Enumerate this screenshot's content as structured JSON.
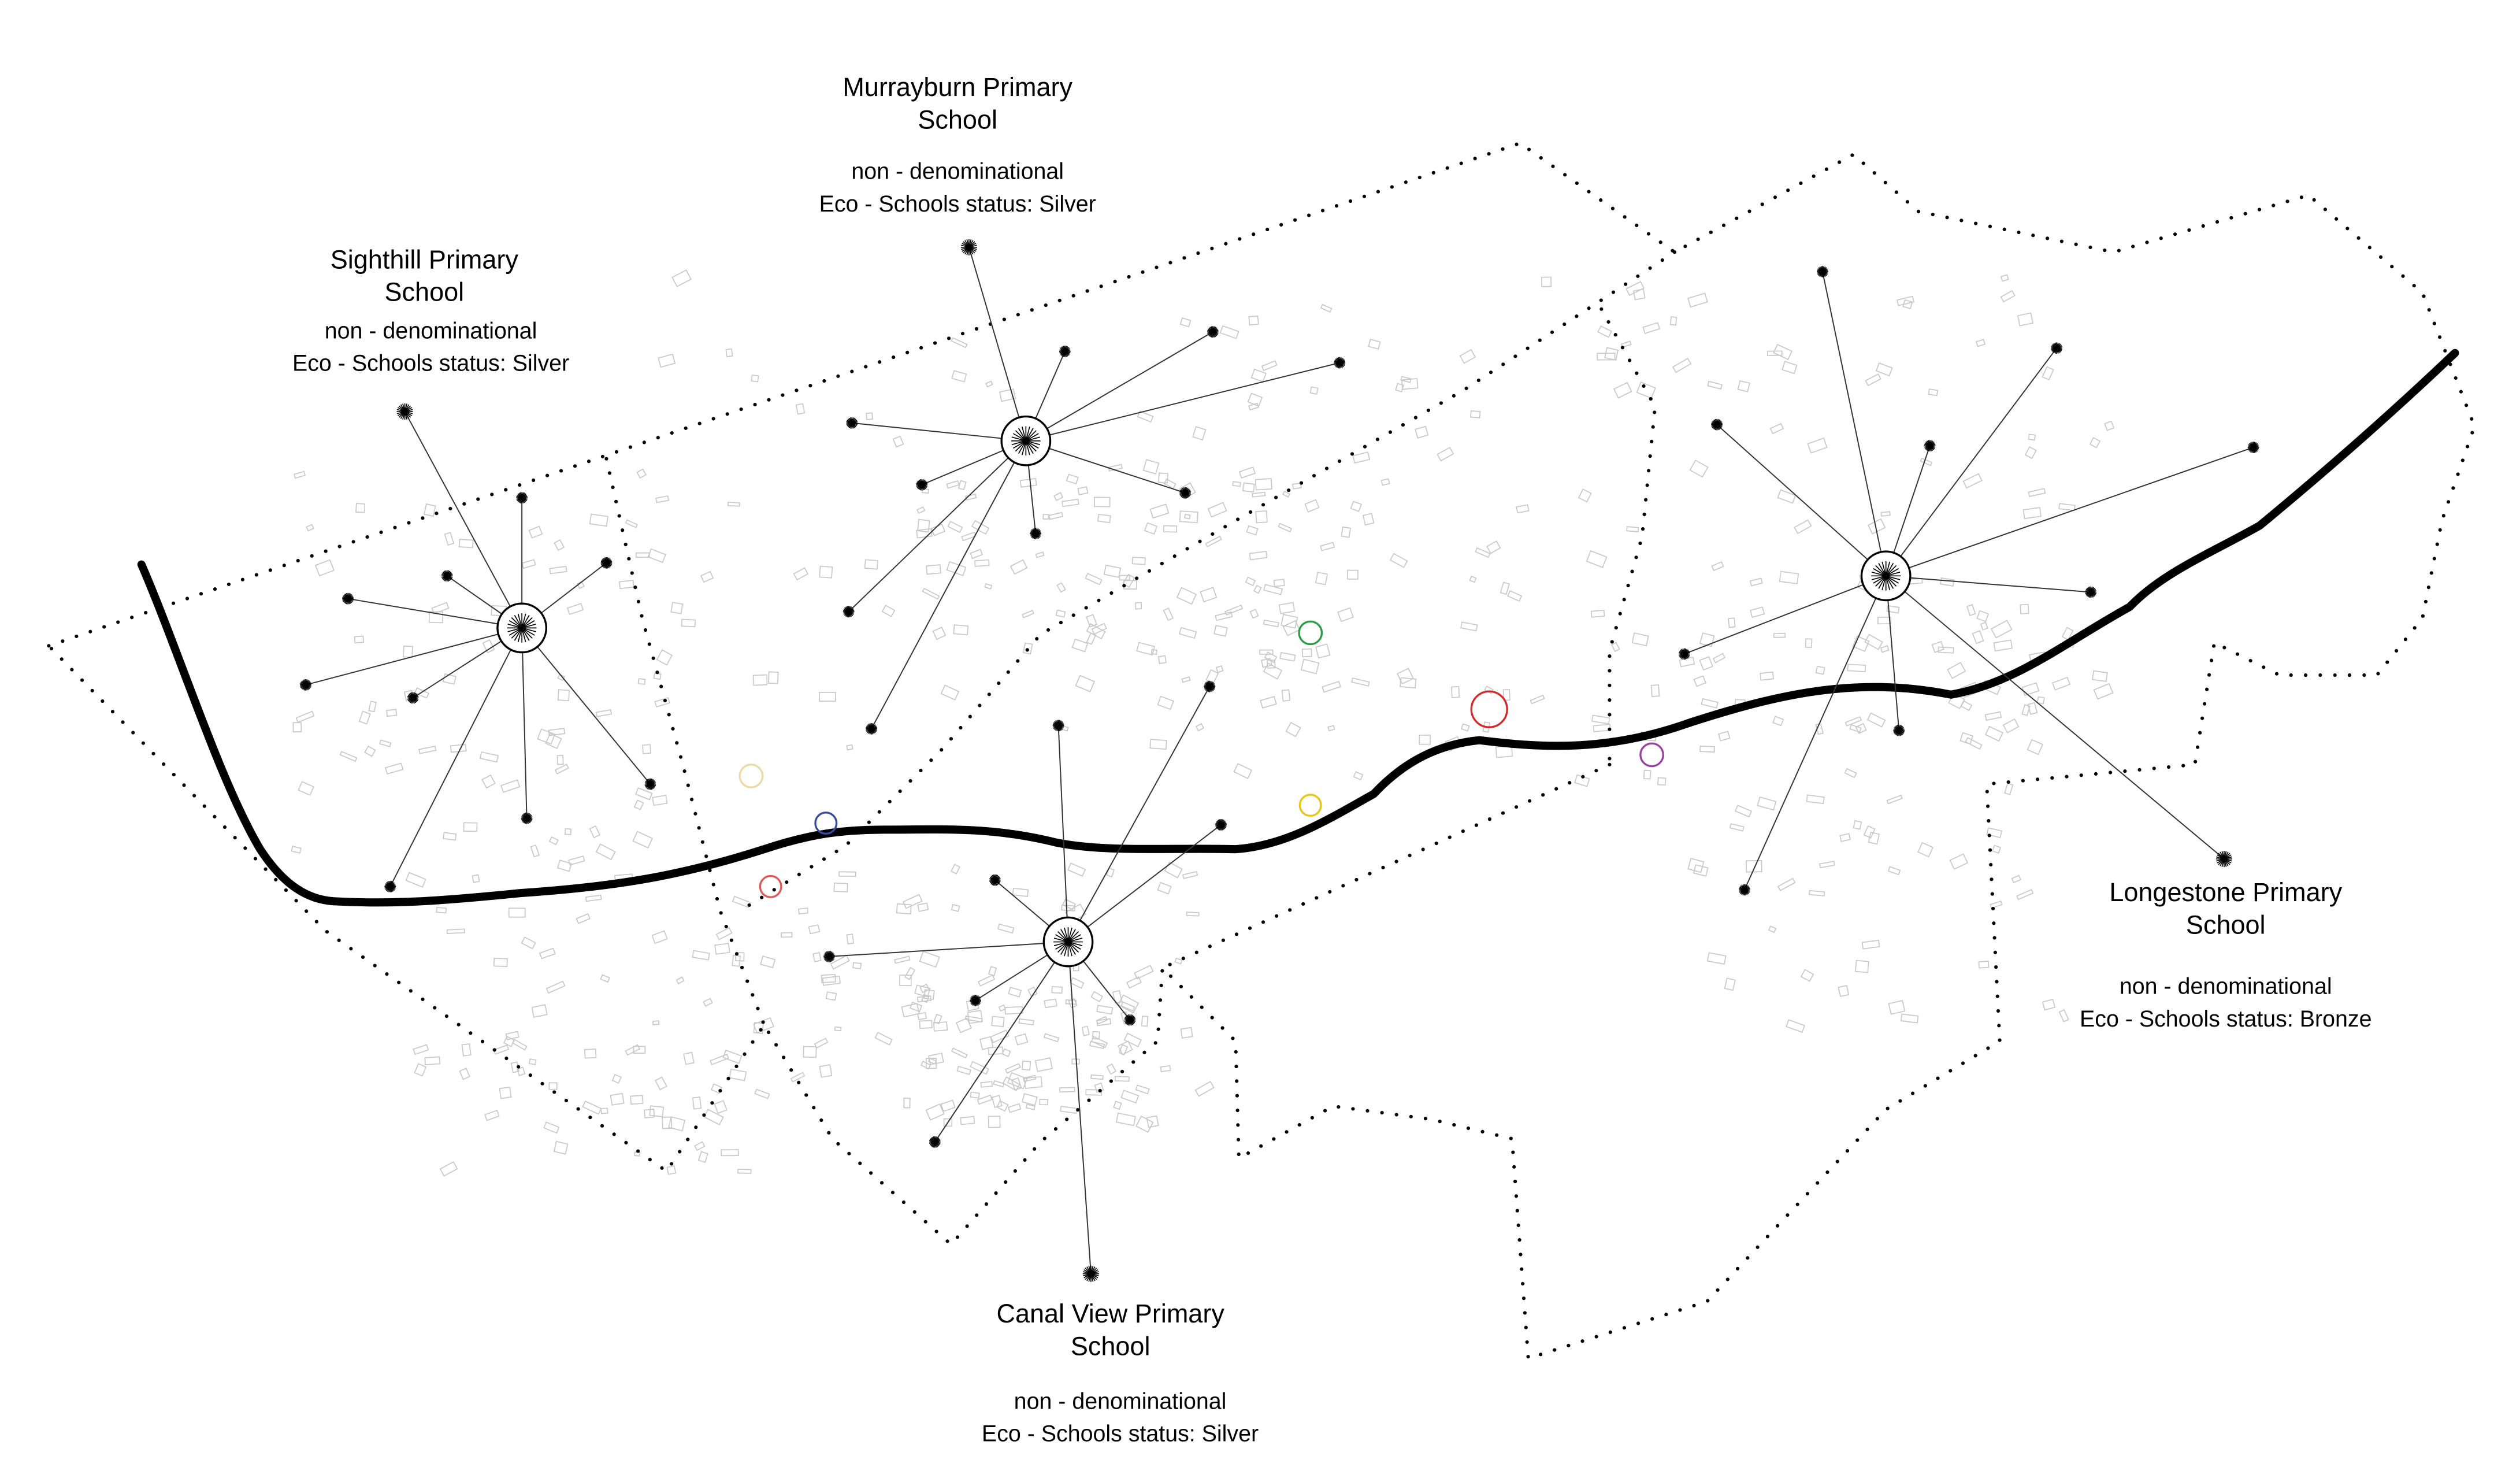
{
  "map": {
    "schools": [
      {
        "id": "sighthill",
        "name_line1": "Sighthill Primary",
        "name_line2": "School",
        "denomination": "non - denominational",
        "eco_status": "Eco - Schools status: Silver"
      },
      {
        "id": "murrayburn",
        "name_line1": "Murrayburn Primary",
        "name_line2": "School",
        "denomination": "non - denominational",
        "eco_status": "Eco - Schools status: Silver"
      },
      {
        "id": "canal-view",
        "name_line1": "Canal View Primary",
        "name_line2": "School",
        "denomination": "non - denominational",
        "eco_status": "Eco - Schools status: Silver"
      },
      {
        "id": "longestone",
        "name_line1": "Longestone Primary",
        "name_line2": "School",
        "denomination": "non - denominational",
        "eco_status": "Eco - Schools status: Bronze"
      }
    ],
    "colors": {
      "green": "#2a9d45",
      "red": "#d62828",
      "yellow": "#e8c51a",
      "purple": "#9b3fa6",
      "blue": "#3b4a9c",
      "pale_yellow": "#ecd9a8",
      "pink_red": "#e05858",
      "canal": "#000000",
      "building": "#c8c8c8"
    }
  }
}
